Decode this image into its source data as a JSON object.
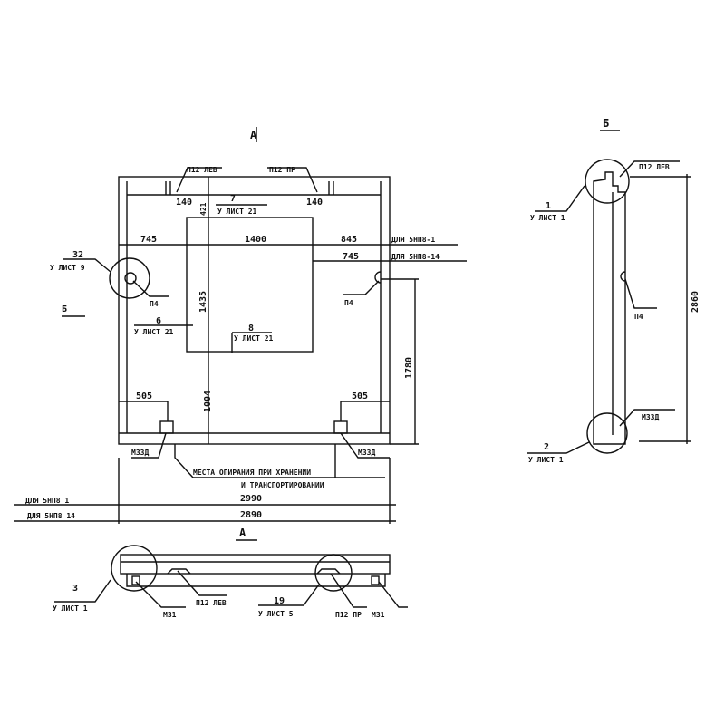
{
  "plan": {
    "view_a_marker": "А",
    "view_b_marker": "Б",
    "p12_left": "П12 ЛЕВ",
    "p12_right": "П12 ПР",
    "dim_140_left": "140",
    "dim_140_right": "140",
    "dim_421": "421",
    "callout_7_num": "7",
    "callout_7_sheet": "У ЛИСТ 21",
    "dim_745_left": "745",
    "dim_1400": "1400",
    "dim_845": "845",
    "dim_745_right": "745",
    "for_1": "ДЛЯ 5НП8-1",
    "for_14": "ДЛЯ 5НП8-14",
    "callout_32_num": "32",
    "callout_32_sheet": "У ЛИСТ 9",
    "p4_left": "П4",
    "p4_right": "П4",
    "callout_6_num": "6",
    "callout_6_sheet": "У ЛИСТ 21",
    "callout_8_num": "8",
    "callout_8_sheet": "У ЛИСТ 21",
    "dim_1435": "1435",
    "dim_1780": "1780",
    "dim_1004": "1004",
    "dim_505_left": "505",
    "dim_505_right": "505",
    "m33d_left": "М33Д",
    "m33d_right": "М33Д",
    "support_note_1": "МЕСТА ОПИРАНИЯ ПРИ ХРАНЕНИИ",
    "support_note_2": "И ТРАНСПОРТИРОВАНИИ",
    "total_for_1_label": "ДЛЯ 5НП8 1",
    "total_for_1": "2990",
    "total_for_14_label": "ДЛЯ 5НП8 14",
    "total_for_14": "2890"
  },
  "view_a": {
    "title": "А",
    "callout_3_num": "3",
    "callout_3_sheet": "У ЛИСТ 1",
    "m31_left": "М31",
    "p12_left": "П12 ЛЕВ",
    "callout_19_num": "19",
    "callout_19_sheet": "У ЛИСТ 5",
    "p12_right": "П12 ПР",
    "m31_right": "М31"
  },
  "view_b": {
    "title": "Б",
    "p12_left": "П12 ЛЕВ",
    "callout_1_num": "1",
    "callout_1_sheet": "У ЛИСТ 1",
    "p4": "П4",
    "dim_2860": "2860",
    "m33d": "М33Д",
    "callout_2_num": "2",
    "callout_2_sheet": "У ЛИСТ 1"
  }
}
